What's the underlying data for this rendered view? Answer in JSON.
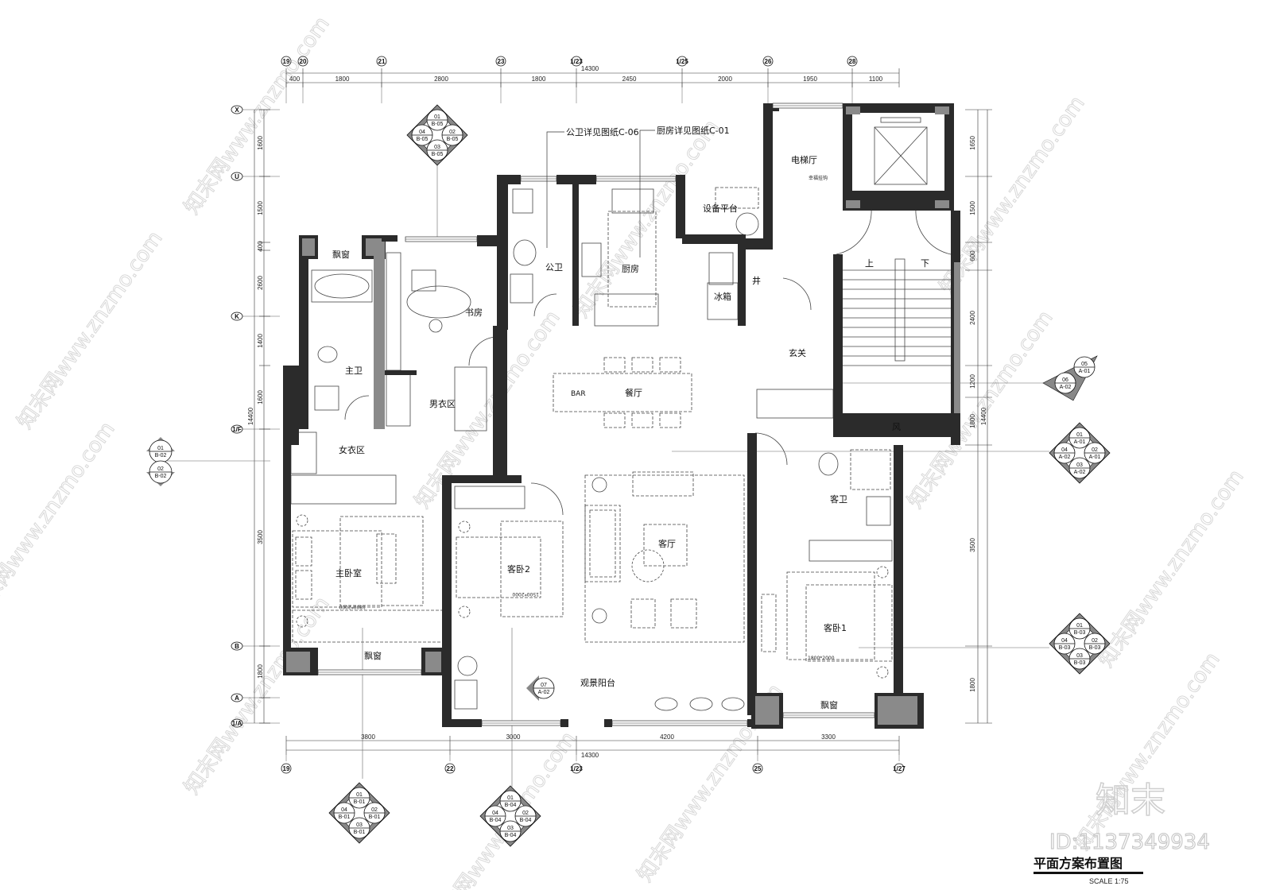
{
  "drawing": {
    "title": "平面方案布置图",
    "scale": "SCALE  1:75",
    "logo": "知末",
    "id_text": "ID:1137349934",
    "watermark": "知末网www.znzmo.com"
  },
  "grid": {
    "top_axes": [
      "19",
      "20",
      "21",
      "23",
      "1/23",
      "1/25",
      "26",
      "28"
    ],
    "bottom_axes": [
      "19",
      "22",
      "1/23",
      "25",
      "1/27"
    ],
    "left_axes": [
      "X",
      "U",
      "K",
      "1/F",
      "B",
      "A",
      "1/A"
    ],
    "top_total": "14300",
    "top_segments": [
      "400",
      "1800",
      "2800",
      "1800",
      "2450",
      "2000",
      "1950",
      "1100"
    ],
    "bottom_total": "14300",
    "bottom_segments": [
      "3800",
      "3000",
      "4200",
      "3300"
    ],
    "left_total": "14400",
    "left_segments": [
      "1600",
      "1500",
      "400",
      "2600",
      "1400",
      "1600",
      "3500",
      "1800"
    ],
    "right_total": "14400",
    "right_segments": [
      "1650",
      "1500",
      "600",
      "2400",
      "1200",
      "1800",
      "3500",
      "1800"
    ]
  },
  "rooms": {
    "bay_window_top": "飘窗",
    "study": "书房",
    "master_bath": "主卫",
    "mens_closet": "男衣区",
    "womens_closet": "女衣区",
    "master_bedroom": "主卧室",
    "guest_bedroom_2": "客卧2",
    "public_bath": "公卫",
    "kitchen": "厨房",
    "equipment_platform": "设备平台",
    "fridge": "冰箱",
    "shaft": "井",
    "elevator_hall": "电梯厅",
    "stair_up": "上",
    "stair_down": "下",
    "foyer": "玄关",
    "vent": "风",
    "bar": "BAR",
    "dining": "餐厅",
    "living": "客厅",
    "guest_bath": "客卫",
    "guest_bedroom_1": "客卧1",
    "bay_window_bottom_left": "飘窗",
    "bay_window_bottom_right": "飘窗",
    "balcony": "观景阳台"
  },
  "bed_sizes": {
    "master": "1800*2000",
    "guest2": "1500*2000",
    "guest1": "1800*2000"
  },
  "annotations": {
    "public_bath_ref": "公卫详见图纸C-06",
    "kitchen_ref": "厨房详见图纸C-01",
    "hook_note": "幸福挂钩"
  },
  "section_markers": [
    {
      "cells": [
        {
          "num": "01",
          "ref": "B-05"
        },
        {
          "num": "02",
          "ref": "B-05"
        },
        {
          "num": "03",
          "ref": "B-05"
        },
        {
          "num": "04",
          "ref": "B-05"
        }
      ]
    },
    {
      "cells": [
        {
          "num": "01",
          "ref": "B-02"
        },
        {
          "num": "02",
          "ref": "B-02"
        }
      ]
    },
    {
      "cells": [
        {
          "num": "05",
          "ref": "A-01"
        },
        {
          "num": "06",
          "ref": "A-02"
        }
      ]
    },
    {
      "cells": [
        {
          "num": "01",
          "ref": "A-01"
        },
        {
          "num": "02",
          "ref": "A-01"
        },
        {
          "num": "03",
          "ref": "A-02"
        },
        {
          "num": "04",
          "ref": "A-02"
        }
      ]
    },
    {
      "cells": [
        {
          "num": "01",
          "ref": "B-03"
        },
        {
          "num": "02",
          "ref": "B-03"
        },
        {
          "num": "03",
          "ref": "B-03"
        },
        {
          "num": "04",
          "ref": "B-03"
        }
      ]
    },
    {
      "cells": [
        {
          "num": "01",
          "ref": "B-01"
        },
        {
          "num": "02",
          "ref": "B-01"
        },
        {
          "num": "03",
          "ref": "B-01"
        },
        {
          "num": "04",
          "ref": "B-01"
        }
      ]
    },
    {
      "cells": [
        {
          "num": "01",
          "ref": "B-04"
        },
        {
          "num": "02",
          "ref": "B-04"
        },
        {
          "num": "03",
          "ref": "B-04"
        },
        {
          "num": "04",
          "ref": "B-04"
        }
      ]
    },
    {
      "cells": [
        {
          "num": "07",
          "ref": "A-02"
        }
      ]
    }
  ],
  "colors": {
    "wall": "#2b2b2b",
    "column": "#8a8a8a",
    "line": "#333333",
    "watermark": "#d8d8d8"
  }
}
